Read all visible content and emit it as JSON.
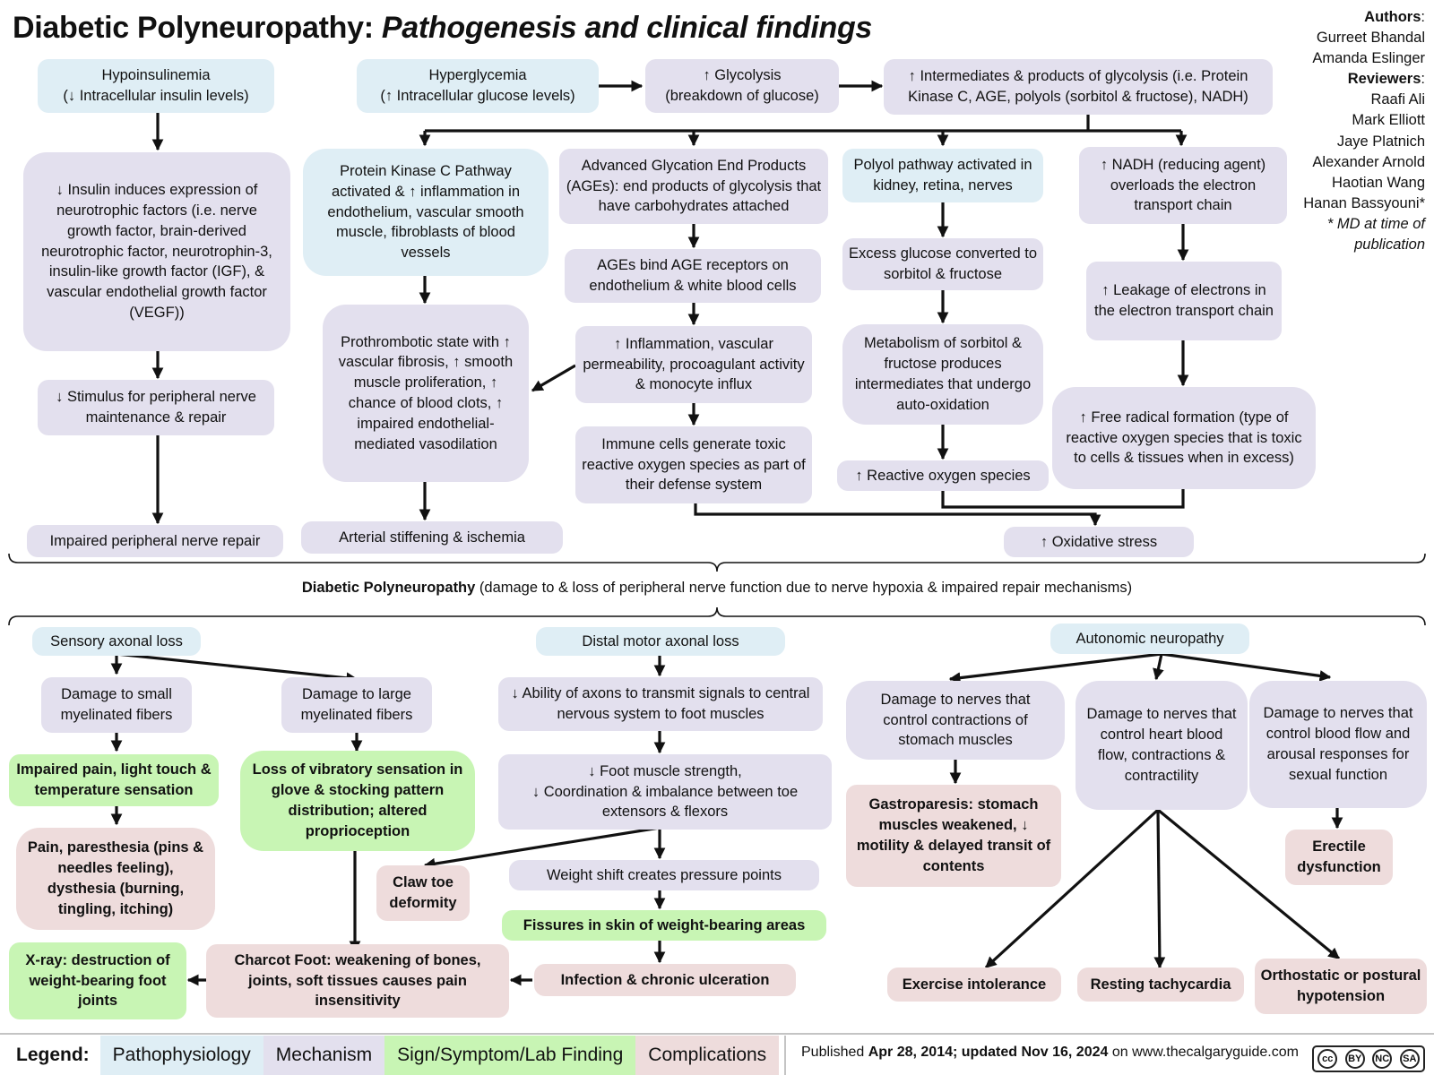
{
  "title": {
    "main": "Diabetic Polyneuropathy: ",
    "italic": "Pathogenesis and clinical findings"
  },
  "authors": {
    "authors_label": "Authors",
    "authors_colon": ":",
    "author_1": "Gurreet Bhandal",
    "author_2": "Amanda Eslinger",
    "reviewers_label": "Reviewers",
    "reviewers_colon": ":",
    "reviewer_1": "Raafi Ali",
    "reviewer_2": "Mark Elliott",
    "reviewer_3": "Jaye Platnich",
    "reviewer_4": "Alexander Arnold",
    "reviewer_5": "Haotian Wang",
    "reviewer_6": "Hanan Bassyouni*",
    "note_1": "* MD at time of",
    "note_2": "publication"
  },
  "nodes": {
    "hypoinsulinemia": "Hypoinsulinemia\n(↓ Intracellular insulin levels)",
    "insulin_neurotrophic": "↓ Insulin induces expression of neurotrophic factors (i.e. nerve growth factor, brain-derived neurotrophic factor, neurotrophin-3, insulin-like growth factor (IGF), & vascular endothelial growth factor (VEGF))",
    "stimulus_repair": "↓ Stimulus for peripheral nerve maintenance & repair",
    "impaired_repair": "Impaired peripheral nerve repair",
    "hyperglycemia": "Hyperglycemia\n(↑ Intracellular glucose levels)",
    "glycolysis": "↑ Glycolysis\n(breakdown of glucose)",
    "intermediates": "↑ Intermediates & products of glycolysis (i.e. Protein Kinase C, AGE, polyols (sorbitol & fructose), NADH)",
    "pkc": "Protein Kinase C Pathway activated & ↑ inflammation in endothelium, vascular smooth muscle, fibroblasts of blood vessels",
    "prothrombotic": "Prothrombotic state with ↑ vascular fibrosis, ↑ smooth muscle proliferation, ↑ chance of blood clots, ↑ impaired endothelial-mediated vasodilation",
    "arterial": "Arterial stiffening & ischemia",
    "ages": "Advanced Glycation End Products (AGEs): end products of glycolysis that have carbohydrates attached",
    "ages_bind": "AGEs bind AGE receptors on endothelium & white blood cells",
    "inflammation": "↑ Inflammation, vascular permeability, procoagulant activity & monocyte influx",
    "immune_ros": "Immune cells generate toxic reactive oxygen species as part of their defense system",
    "polyol": "Polyol pathway activated in kidney, retina, nerves",
    "excess_glucose": "Excess glucose converted to sorbitol & fructose",
    "metabolism_sorbitol": "Metabolism of sorbitol & fructose produces intermediates that undergo auto-oxidation",
    "ros": "↑ Reactive oxygen species",
    "nadh": "↑ NADH (reducing agent) overloads the electron transport chain",
    "leakage": "↑ Leakage of electrons in the electron transport chain",
    "free_radical": "↑ Free radical formation (type of reactive oxygen species that is toxic to cells & tissues when in excess)",
    "oxidative": "↑ Oxidative stress",
    "sensory_loss": "Sensory axonal loss",
    "small_fibers": "Damage to small myelinated fibers",
    "large_fibers": "Damage to large myelinated fibers",
    "impaired_pain": "Impaired pain, light touch & temperature sensation",
    "pain_paresthesia": "Pain, paresthesia (pins & needles feeling), dysthesia (burning, tingling, itching)",
    "xray": "X-ray: destruction of weight-bearing foot joints",
    "vibratory": "Loss of vibratory sensation in glove & stocking pattern distribution; altered proprioception",
    "claw_toe": "Claw toe deformity",
    "charcot": "Charcot Foot: weakening of bones, joints, soft tissues causes pain insensitivity",
    "motor_loss": "Distal motor axonal loss",
    "axon_signal": "↓ Ability of axons to transmit signals to central nervous system to foot muscles",
    "foot_strength": "↓ Foot muscle strength,\n↓ Coordination & imbalance between toe extensors & flexors",
    "weight_shift": "Weight shift creates pressure points",
    "fissures": "Fissures in skin of weight-bearing areas",
    "infection": "Infection & chronic ulceration",
    "autonomic": "Autonomic neuropathy",
    "stomach_nerves": "Damage to nerves that control contractions of stomach muscles",
    "gastroparesis": "Gastroparesis: stomach muscles weakened, ↓ motility & delayed transit of contents",
    "heart_nerves": "Damage to nerves that control heart blood flow, contractions & contractility",
    "sexual_nerves": "Damage to nerves that control blood flow and arousal responses for sexual function",
    "erectile": "Erectile dysfunction",
    "exercise": "Exercise intolerance",
    "tachycardia": "Resting tachycardia",
    "hypotension": "Orthostatic or postural hypotension"
  },
  "central": {
    "name": "Diabetic Polyneuropathy",
    "description": " (damage to & loss of peripheral nerve function due to nerve hypoxia & impaired repair mechanisms)"
  },
  "legend": {
    "label": "Legend:",
    "pathophysiology": "Pathophysiology",
    "mechanism": "Mechanism",
    "sign": "Sign/Symptom/Lab Finding",
    "complications": "Complications"
  },
  "published": {
    "prefix": "Published ",
    "date1": "Apr 28, 2014; updated Nov 16, 2024",
    "suffix": " on www.thecalgaryguide.com"
  },
  "license": {
    "cc": "cc",
    "by": "BY",
    "nc": "NC",
    "sa": "SA"
  },
  "colors": {
    "pathophysiology": "#dfeef5",
    "mechanism": "#e3e0ee",
    "sign": "#c8f5b4",
    "complications": "#eedcdc"
  }
}
